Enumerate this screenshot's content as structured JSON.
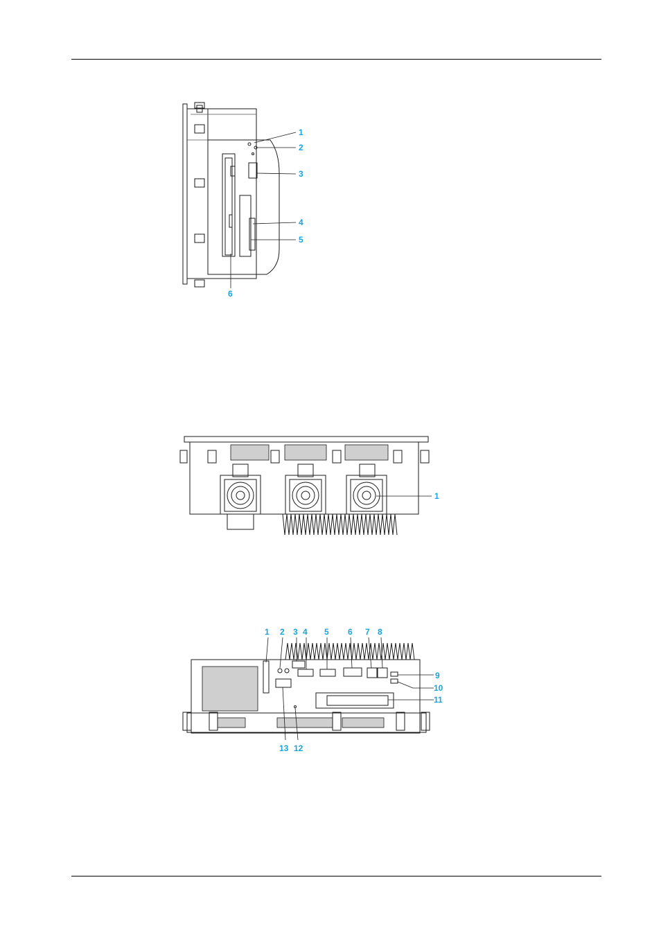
{
  "figure_side": {
    "callouts": [
      "1",
      "2",
      "3",
      "4",
      "5",
      "6"
    ]
  },
  "figure_top": {
    "callouts": [
      "1"
    ]
  },
  "figure_bottom": {
    "callouts": [
      "1",
      "2",
      "3",
      "4",
      "5",
      "6",
      "7",
      "8",
      "9",
      "10",
      "11",
      "12",
      "13"
    ]
  },
  "colors": {
    "callout": "#1aa3dc",
    "line": "#1a1a1a",
    "rule": "#000000"
  }
}
